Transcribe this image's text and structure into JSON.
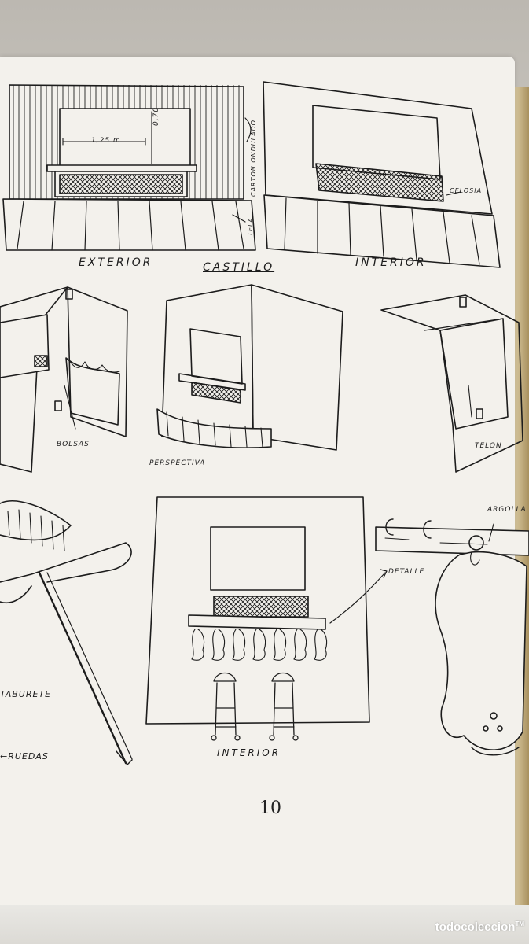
{
  "page": {
    "number": "10",
    "row1": {
      "label_exterior": "EXTERIOR",
      "label_title": "CASTILLO",
      "label_interior": "INTERIOR",
      "measure_width": "1,25 m.",
      "measure_height": "0,70",
      "label_carton": "CARTON ONDULADO",
      "label_tela": "TELA",
      "label_celosia": "CELOSIA"
    },
    "row2": {
      "label_bolsas": "BOLSAS",
      "label_perspectiva": "PERSPECTIVA",
      "label_telon": "TELON"
    },
    "row3": {
      "label_taburete": "TABURETE",
      "label_ruedas": "←RUEDAS",
      "label_interior": "INTERIOR",
      "label_detalle": "DETALLE",
      "label_argolla": "ARGOLLA"
    }
  },
  "watermark": {
    "text": "todocoleccion",
    "mark": "TM"
  }
}
